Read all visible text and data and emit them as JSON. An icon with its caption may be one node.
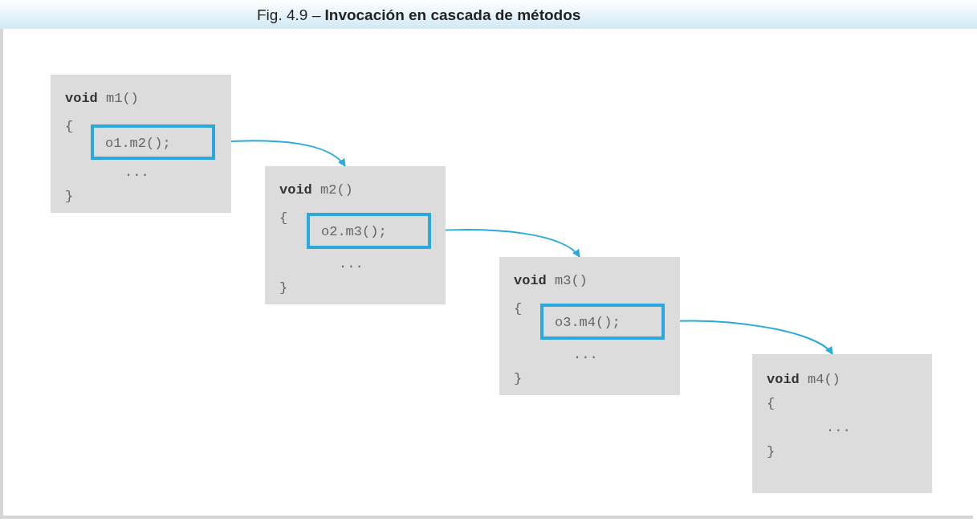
{
  "diagram": {
    "title": "Fig. 4.9 – **Invocación en cascada de métodos**",
    "nodes": [
      {
        "text": [
          "**void** m1()",
          "{",
          "...",
          "}"
        ]
      },
      {
        "text": [
          "o1.m2();"
        ],
        "in": 0
      },
      {
        "text": [
          "**void** m2()",
          "{",
          "...",
          "}"
        ]
      },
      {
        "text": [
          "o2.m3();"
        ],
        "in": 2
      },
      {
        "text": [
          "**void** m3()",
          "{",
          "...",
          "}"
        ]
      },
      {
        "text": [
          "o3.m4();"
        ],
        "in": 4
      },
      {
        "text": [
          "**void** m4()",
          "{",
          "...",
          "}"
        ]
      }
    ],
    "edges": [
      {
        "from": 1,
        "to": 2,
        "arrow": "to"
      },
      {
        "from": 3,
        "to": 4,
        "arrow": "to"
      },
      {
        "from": 5,
        "to": 6,
        "arrow": "to"
      }
    ]
  }
}
